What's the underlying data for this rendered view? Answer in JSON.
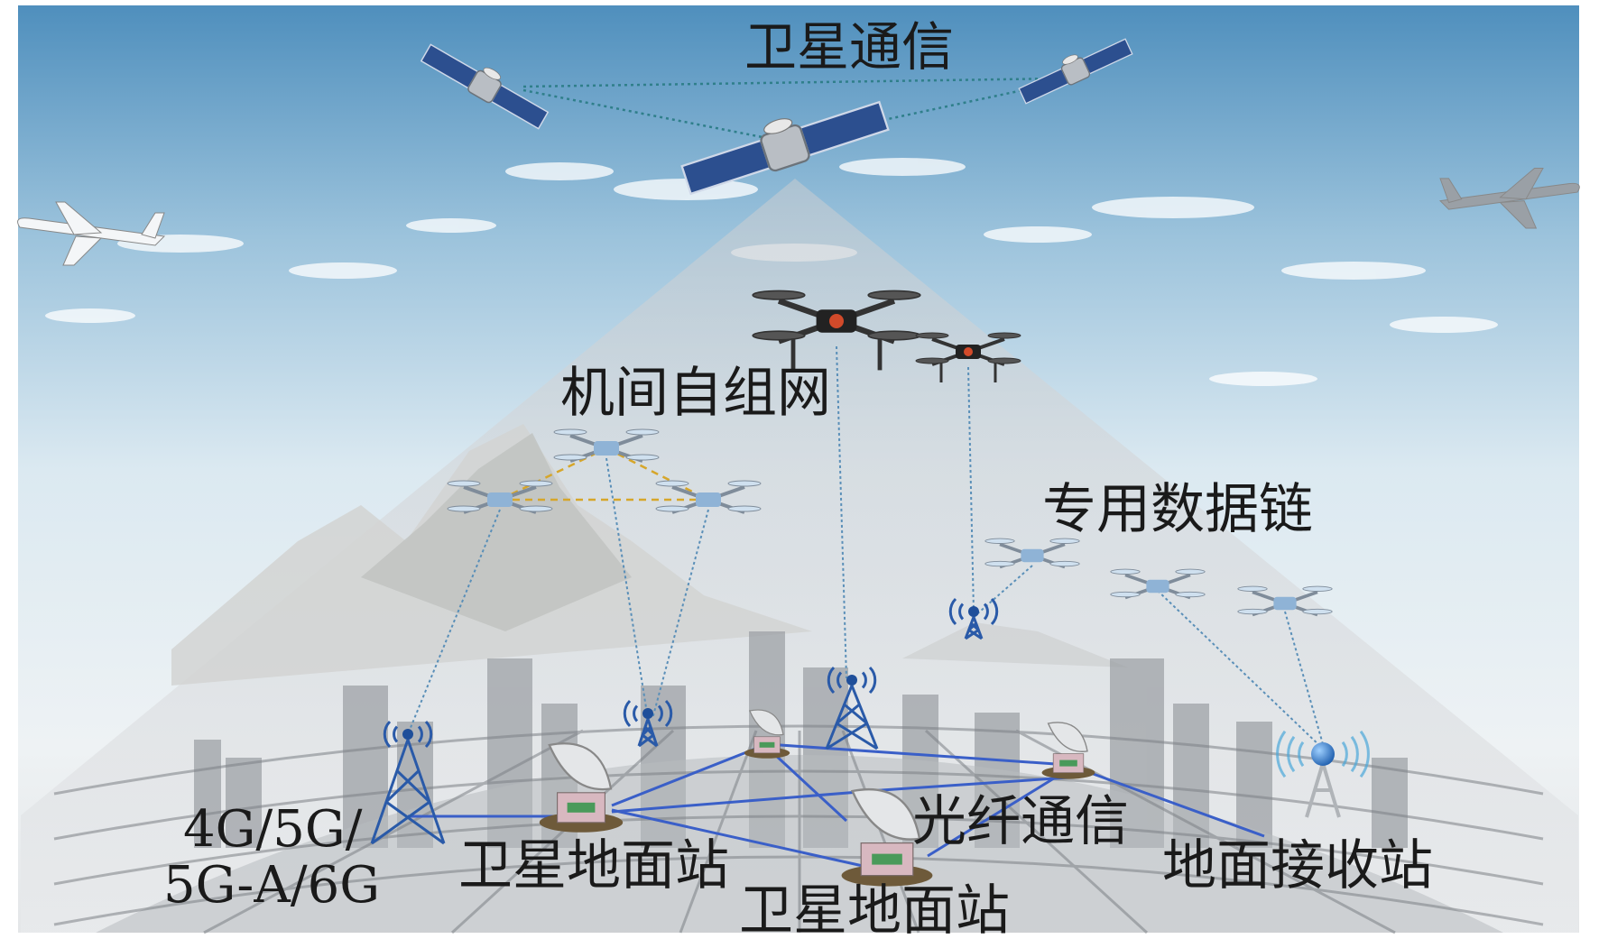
{
  "labels": {
    "satellite_comm": "卫星通信",
    "adhoc_network": "机间自组网",
    "dedicated_datalink": "专用数据链",
    "cellular_line1": "4G/5G/",
    "cellular_line2": "5G-A/6G",
    "ground_station_left": "卫星地面站",
    "ground_station_bottom": "卫星地面站",
    "fiber_comm": "光纤通信",
    "ground_receiver": "地面接收站"
  },
  "colors": {
    "sky_top": "#5e9cc6",
    "sky_mid": "#bcd8e8",
    "link_blue": "#3a5fc8",
    "dotted_link": "#5a8fb8",
    "swarm_link": "#d6a62a"
  }
}
